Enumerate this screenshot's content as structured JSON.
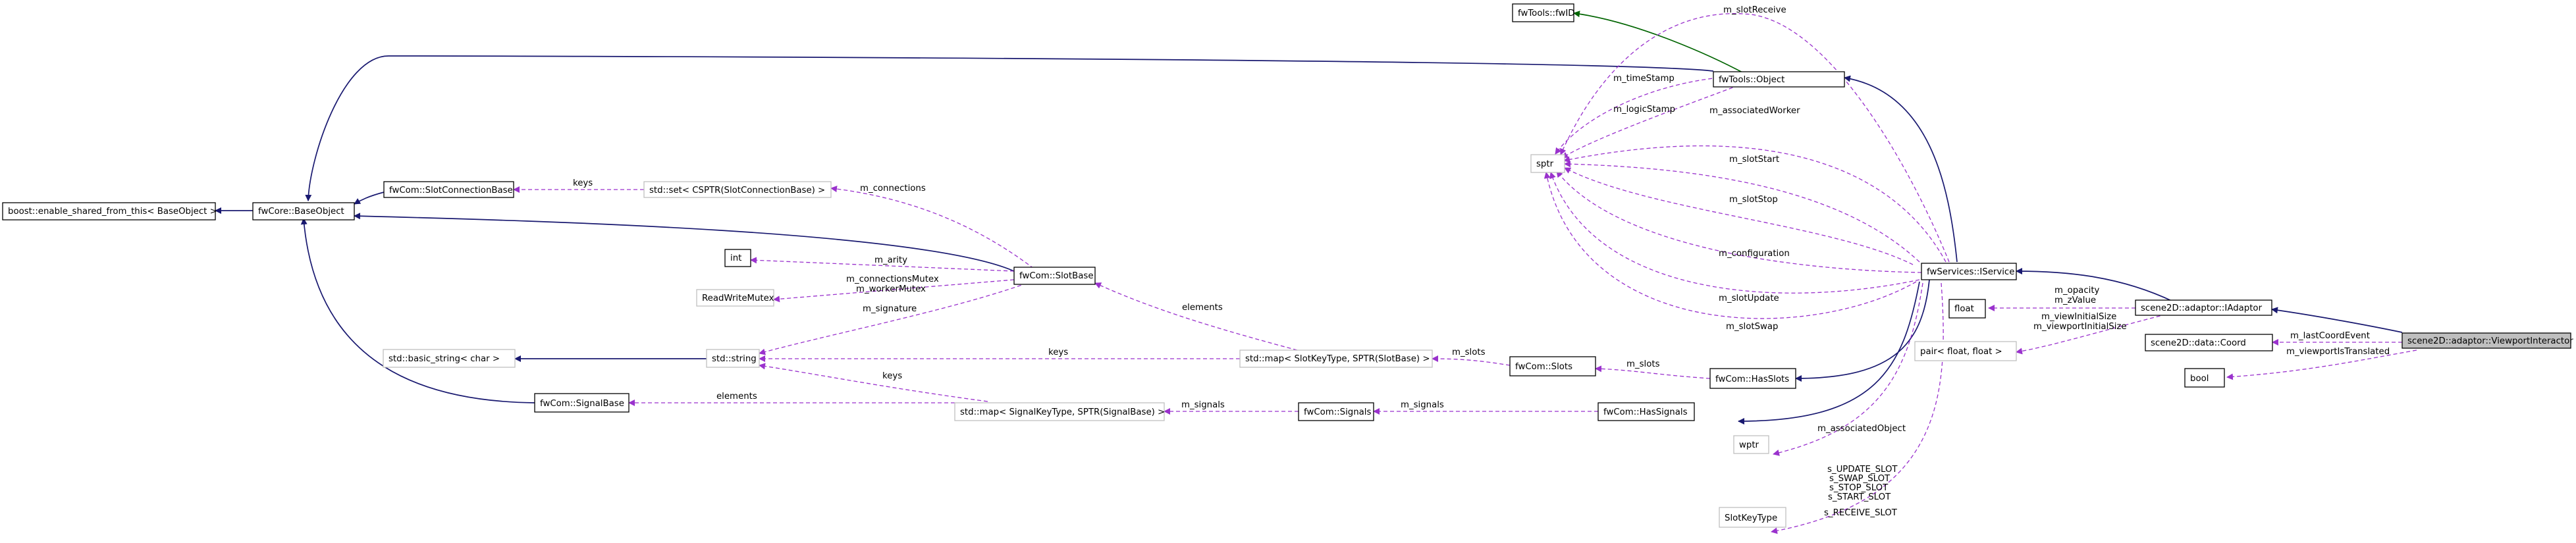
{
  "nodes": {
    "viewport_interactor": "scene2D::adaptor::ViewportInteractor",
    "iadaptor": "scene2D::adaptor::IAdaptor",
    "iservice": "fwServices::IService",
    "object": "fwTools::Object",
    "fwid": "fwTools::fwID",
    "base_object": "fwCore::BaseObject",
    "enable_shared": "boost::enable_shared_from_this< BaseObject >",
    "slot_connection_base": "fwCom::SlotConnectionBase",
    "set_cs": "std::set< CSPTR(SlotConnectionBase) >",
    "slot_base": "fwCom::SlotBase",
    "int": "int",
    "read_write_mutex": "ReadWriteMutex",
    "basic_string": "std::basic_string< char >",
    "string": "std::string",
    "signal_base": "fwCom::SignalBase",
    "map_slot": "std::map< SlotKeyType, SPTR(SlotBase) >",
    "map_signal": "std::map< SignalKeyType, SPTR(SignalBase) >",
    "slots": "fwCom::Slots",
    "signals": "fwCom::Signals",
    "has_slots": "fwCom::HasSlots",
    "has_signals": "fwCom::HasSignals",
    "sptr": "sptr",
    "wptr": "wptr",
    "slot_key_type": "SlotKeyType",
    "float": "float",
    "pair": "pair< float, float >",
    "coord": "scene2D::data::Coord",
    "bool": "bool"
  },
  "edge_labels": {
    "m_slotReceive": "m_slotReceive",
    "m_timeStamp": "m_timeStamp",
    "m_logicStamp": "m_logicStamp",
    "m_associatedWorker": "m_associatedWorker",
    "m_slotStart": "m_slotStart",
    "m_slotStop": "m_slotStop",
    "m_configuration": "m_configuration",
    "m_slotUpdate": "m_slotUpdate",
    "m_slotSwap": "m_slotSwap",
    "keys_set": "keys",
    "m_connections": "m_connections",
    "m_arity": "m_arity",
    "m_connectionsMutex": "m_connectionsMutex",
    "m_workerMutex": "m_workerMutex",
    "m_signature": "m_signature",
    "elements_slot": "elements",
    "keys_slotmap": "keys",
    "keys_sigmap": "keys",
    "elements_sig": "elements",
    "m_slots_1": "m_slots",
    "m_slots_2": "m_slots",
    "m_signals_1": "m_signals",
    "m_signals_2": "m_signals",
    "m_opacity": "m_opacity",
    "m_zValue": "m_zValue",
    "m_viewInitialSize": "m_viewInitialSize",
    "m_viewportInitialSize": "m_viewportInitialSize",
    "m_lastCoordEvent": "m_lastCoordEvent",
    "m_viewportIsTranslated": "m_viewportIsTranslated",
    "m_associatedObject": "m_associatedObject",
    "s_UPDATE_SLOT": "s_UPDATE_SLOT",
    "s_SWAP_SLOT": "s_SWAP_SLOT",
    "s_STOP_SLOT": "s_STOP_SLOT",
    "s_START_SLOT": "s_START_SLOT",
    "s_RECEIVE_SLOT": "s_RECEIVE_SLOT"
  },
  "colors": {
    "inheritance": "#191970",
    "inheritance_alt": "#006400",
    "usage": "#9a32cd",
    "highlight_fill": "#bfbfbf"
  }
}
